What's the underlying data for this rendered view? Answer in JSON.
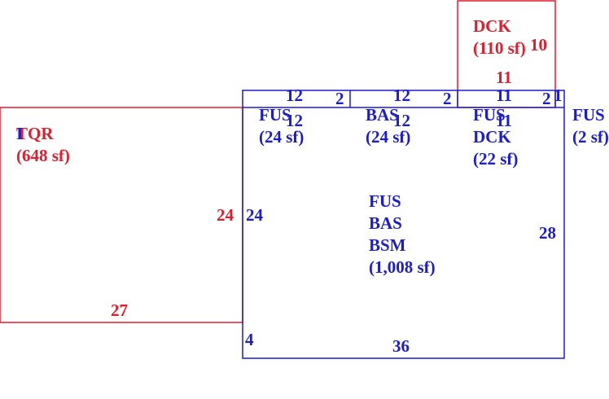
{
  "colors": {
    "red": "#dd1e2f",
    "blue": "#1c1ccf",
    "background": "#ffffff"
  },
  "labels": {
    "dck_top_name": "DCK",
    "dck_top_area": "(110 sf)",
    "dck_top_dim_right": "10",
    "dck_top_dim_bottom": "11",
    "tqr_name": "TQR",
    "tqr_overlap_letter": "I",
    "tqr_area": "(648 sf)",
    "tqr_dim_left": "24",
    "tqr_dim_bottom": "27",
    "strip1_dim_top": "12",
    "strip1_dim_side": "2",
    "strip2_dim_top": "12",
    "strip2_dim_side": "2",
    "strip3_dim_top": "11",
    "strip3_dim_side": "2",
    "strip_tiny_dim": "1",
    "fus1_dim_bottom": "12",
    "bas_dim_bottom": "12",
    "fusdck_dim_bottom": "11",
    "fus1_name": "FUS",
    "fus1_area": "(24 sf)",
    "bas_name": "BAS",
    "bas_area": "(24 sf)",
    "fusdck_name1": "FUS",
    "fusdck_name2": "DCK",
    "fusdck_area": "(22 sf)",
    "fus_right_name": "FUS",
    "fus_right_area": "(2 sf)",
    "main_name1": "FUS",
    "main_name2": "BAS",
    "main_name3": "BSM",
    "main_area": "(1,008 sf)",
    "main_dim_left": "24",
    "main_dim_right": "28",
    "main_dim_bottom": "36",
    "main_dim_corner": "4"
  }
}
